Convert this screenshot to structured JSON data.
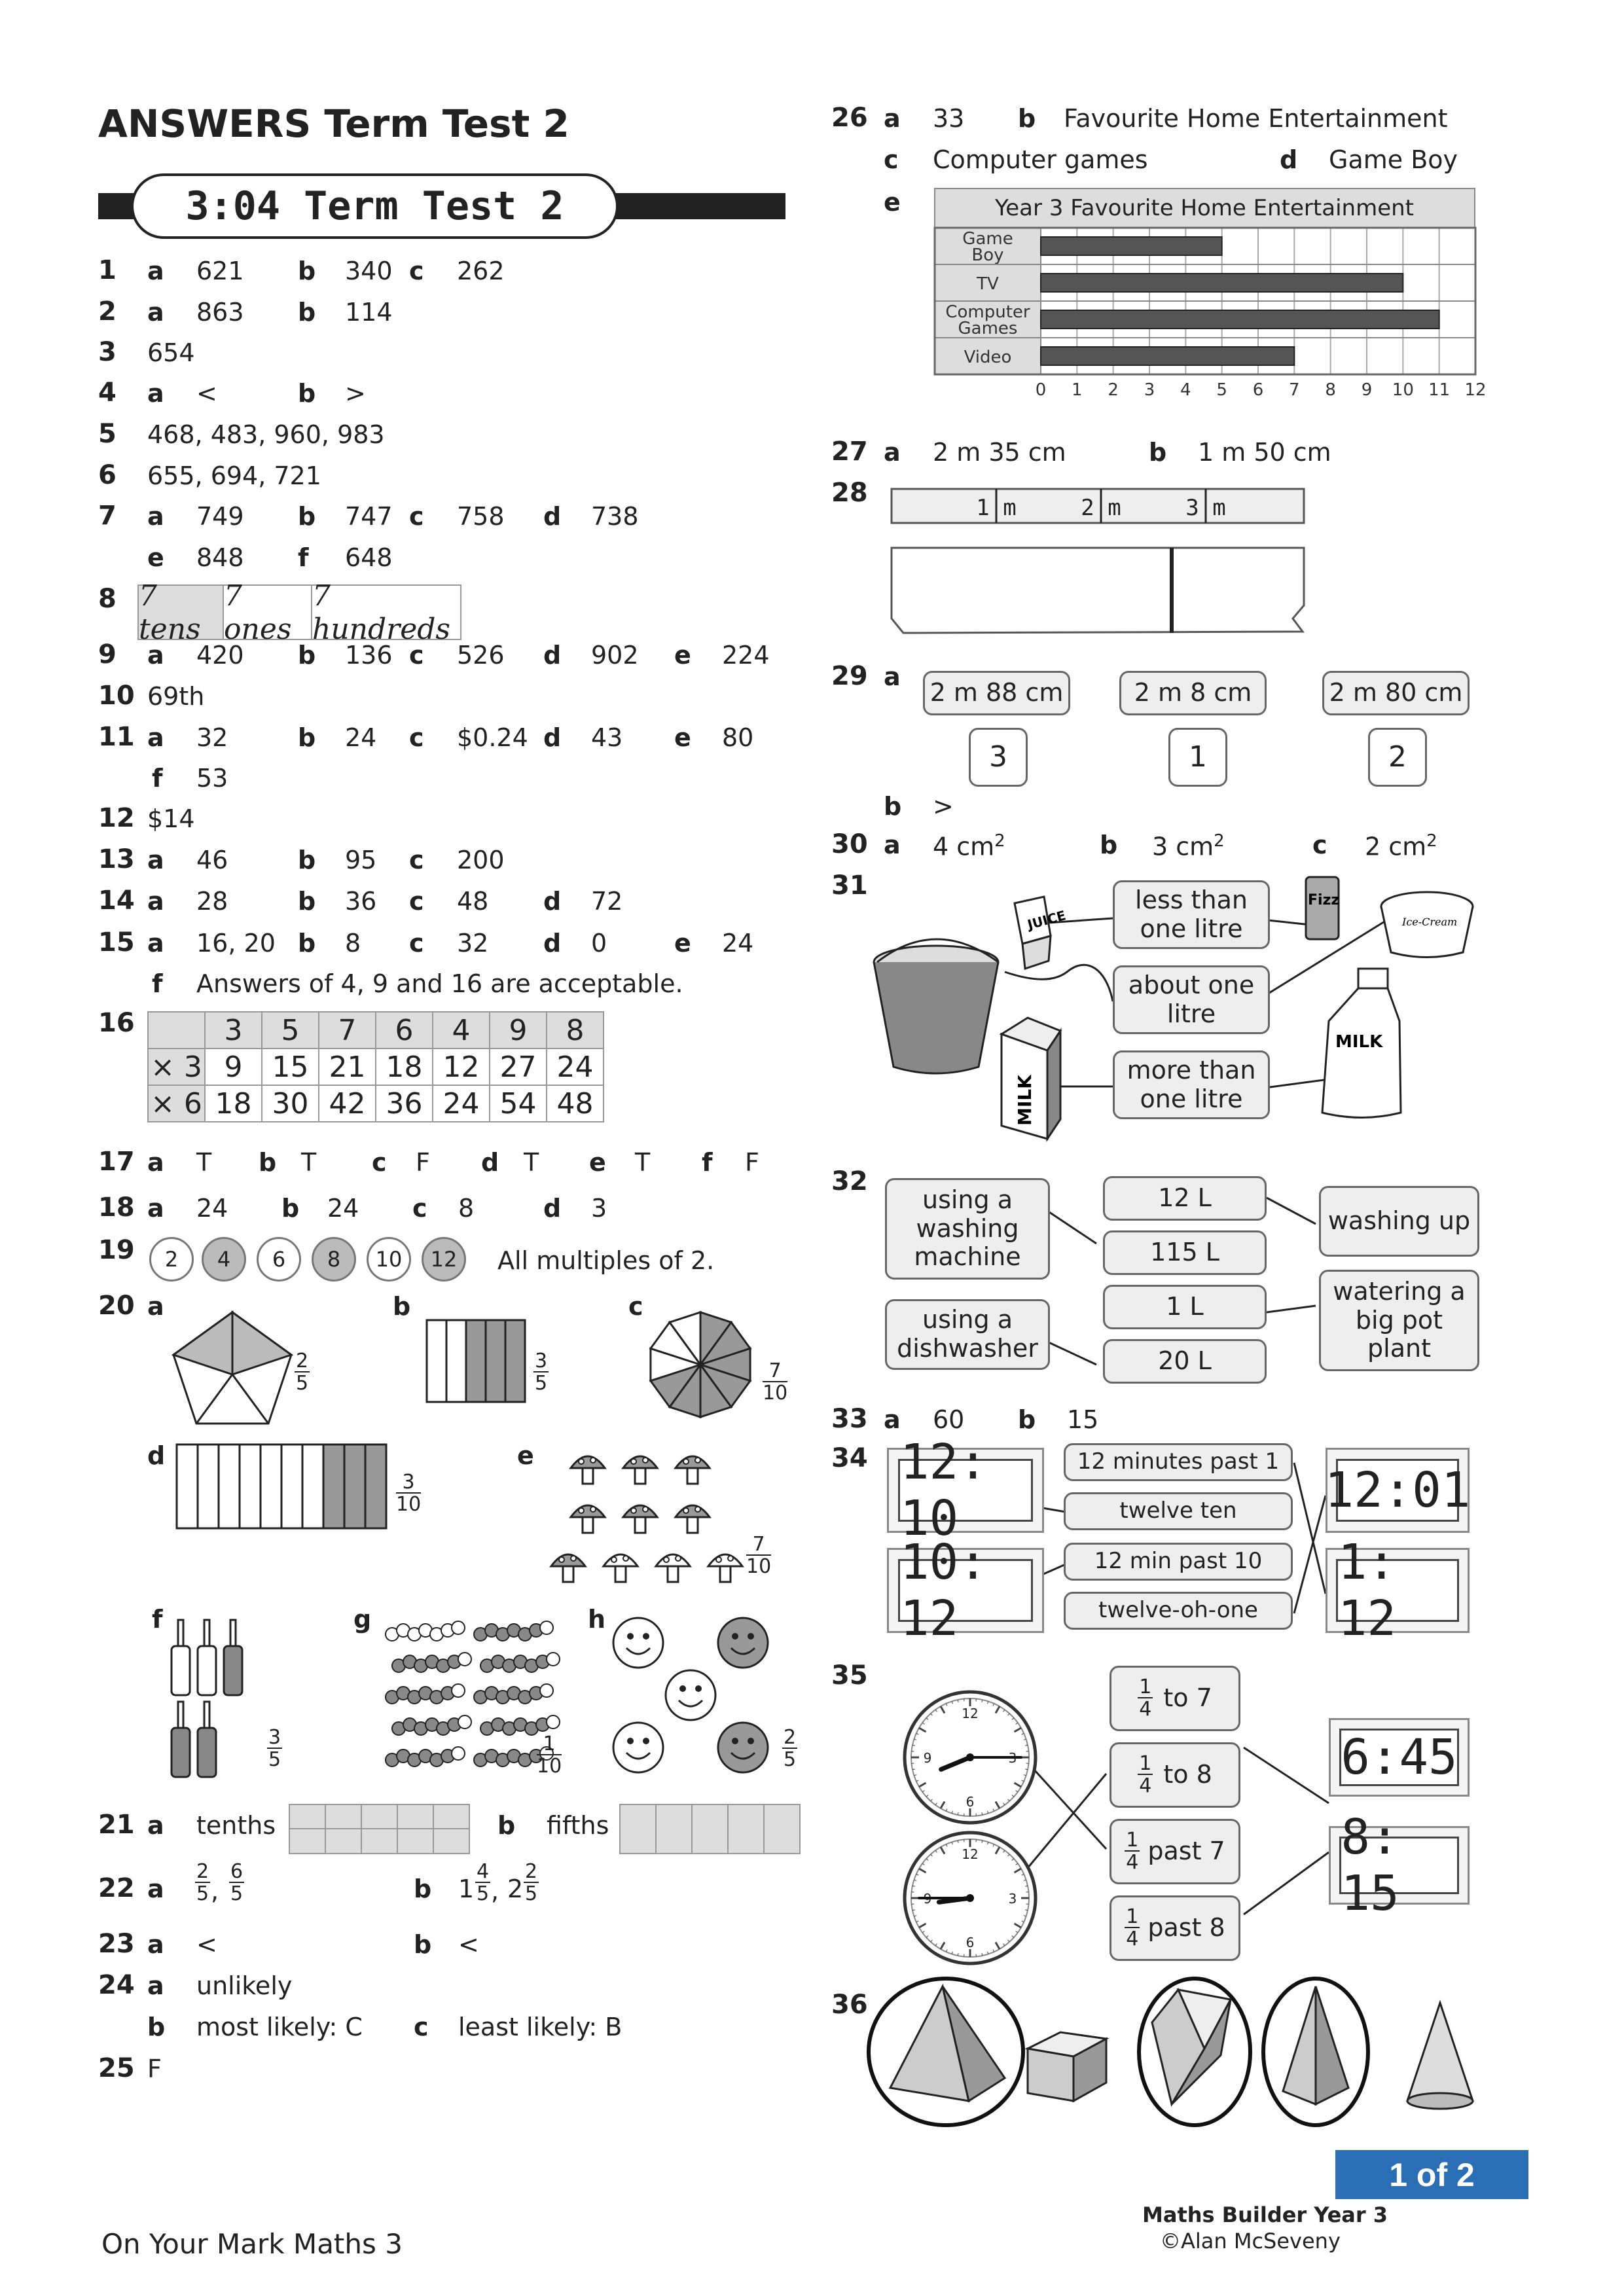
{
  "header": {
    "title": "ANSWERS Term Test 2",
    "section": "3:04 Term Test 2"
  },
  "footer": {
    "left": "On Your Mark Maths 3",
    "page": "1 of 2",
    "book": "Maths Builder Year 3",
    "copyright": "©Alan McSeveny"
  },
  "letters": {
    "a": "a",
    "b": "b",
    "c": "c",
    "d": "d",
    "e": "e",
    "f": "f",
    "g": "g",
    "h": "h"
  },
  "q": {
    "n1": "1",
    "n2": "2",
    "n3": "3",
    "n4": "4",
    "n5": "5",
    "n6": "6",
    "n7": "7",
    "n8": "8",
    "n9": "9",
    "n10": "10",
    "n11": "11",
    "n12": "12",
    "n13": "13",
    "n14": "14",
    "n15": "15",
    "n16": "16",
    "n17": "17",
    "n18": "18",
    "n19": "19",
    "n20": "20",
    "n21": "21",
    "n22": "22",
    "n23": "23",
    "n24": "24",
    "n25": "25",
    "n26": "26",
    "n27": "27",
    "n28": "28",
    "n29": "29",
    "n30": "30",
    "n31": "31",
    "n32": "32",
    "n33": "33",
    "n34": "34",
    "n35": "35",
    "n36": "36",
    "q1": {
      "a": "621",
      "b": "340",
      "c": "262"
    },
    "q2": {
      "a": "863",
      "b": "114"
    },
    "q3": "654",
    "q4": {
      "a": "<",
      "b": ">"
    },
    "q5": "468, 483, 960, 983",
    "q6": "655, 694, 721",
    "q7": {
      "a": "749",
      "b": "747",
      "c": "758",
      "d": "738",
      "e": "848",
      "f": "648"
    },
    "q8": [
      "7 tens",
      "7 ones",
      "7 hundreds"
    ],
    "q9": {
      "a": "420",
      "b": "136",
      "c": "526",
      "d": "902",
      "e": "224"
    },
    "q10": "69th",
    "q11": {
      "a": "32",
      "b": "24",
      "c": "$0.24",
      "d": "43",
      "e": "80",
      "f": "53"
    },
    "q12": "$14",
    "q13": {
      "a": "46",
      "b": "95",
      "c": "200"
    },
    "q14": {
      "a": "28",
      "b": "36",
      "c": "48",
      "d": "72"
    },
    "q15": {
      "a": "16, 20",
      "b": "8",
      "c": "32",
      "d": "0",
      "e": "24",
      "f": "Answers of 4, 9 and 16 are acceptable."
    },
    "q16": {
      "header": [
        "",
        "3",
        "5",
        "7",
        "6",
        "4",
        "9",
        "8"
      ],
      "rows": [
        [
          "× 3",
          "9",
          "15",
          "21",
          "18",
          "12",
          "27",
          "24"
        ],
        [
          "× 6",
          "18",
          "30",
          "42",
          "36",
          "24",
          "54",
          "48"
        ]
      ]
    },
    "q17": {
      "a": "T",
      "b": "T",
      "c": "F",
      "d": "T",
      "e": "T",
      "f": "F"
    },
    "q18": {
      "a": "24",
      "b": "24",
      "c": "8",
      "d": "3"
    },
    "q19": {
      "circles": [
        "2",
        "4",
        "6",
        "8",
        "10",
        "12"
      ],
      "note": "All multiples of 2."
    },
    "q20": {
      "a": [
        "2",
        "5"
      ],
      "b": [
        "3",
        "5"
      ],
      "c": [
        "7",
        "10"
      ],
      "d": [
        "3",
        "10"
      ],
      "e": [
        "7",
        "10"
      ],
      "f": [
        "3",
        "5"
      ],
      "g": [
        "1",
        "10"
      ],
      "h": [
        "2",
        "5"
      ]
    },
    "q21": {
      "a": "tenths",
      "b": "fifths"
    },
    "q22": {
      "a_n1": "2",
      "a_d1": "5",
      "a_n2": "6",
      "a_d2": "5",
      "b_w1": "1",
      "b_n1": "4",
      "b_d1": "5",
      "b_w2": "2",
      "b_n2": "2",
      "b_d2": "5",
      "comma": ","
    },
    "q23": {
      "a": "<",
      "b": "<"
    },
    "q24": {
      "a": "unlikely",
      "b": "most likely: C",
      "c": "least likely: B"
    },
    "q25": "F",
    "q26": {
      "a": "33",
      "b": "Favourite Home Entertainment",
      "c": "Computer games",
      "d": "Game Boy"
    },
    "q27": {
      "a": "2 m 35 cm",
      "b": "1 m 50 cm"
    },
    "q28": {
      "ticks": [
        "1 m",
        "2 m",
        "3 m"
      ]
    },
    "q29": {
      "a": [
        "2 m 88 cm",
        "2 m 8 cm",
        "2 m 80 cm"
      ],
      "ranks": [
        "3",
        "1",
        "2"
      ],
      "b": ">"
    },
    "q30": {
      "a": "4 cm",
      "b": "3 cm",
      "c": "2 cm",
      "sup": "2"
    },
    "q31": {
      "labels": [
        "less than one litre",
        "about one litre",
        "more than one litre"
      ],
      "pics": {
        "juice": "JUICE",
        "fizz": "Fizz",
        "icecream": "Ice-Cream",
        "milk": "MILK"
      }
    },
    "q32": {
      "left": [
        "using a washing machine",
        "using a dishwasher"
      ],
      "mid": [
        "12 L",
        "115 L",
        "1 L",
        "20 L"
      ],
      "right": [
        "washing up",
        "watering a big pot plant"
      ]
    },
    "q33": {
      "a": "60",
      "b": "15"
    },
    "q34": {
      "digital_left": [
        "12: 10",
        "10: 12"
      ],
      "labels": [
        "12 minutes past 1",
        "twelve ten",
        "12 min past 10",
        "twelve-oh-one"
      ],
      "digital_right": [
        "12:01",
        "1: 12"
      ]
    },
    "q35": {
      "one": "1",
      "four": "4",
      "labels": [
        "to 7",
        "to 8",
        "past 7",
        "past 8"
      ],
      "digital": [
        "6:45",
        "8: 15"
      ],
      "clock_numbers": [
        "12",
        "3",
        "6",
        "9"
      ]
    }
  },
  "chart_data": {
    "type": "bar",
    "orientation": "horizontal",
    "title": "Year 3 Favourite Home Entertainment",
    "categories": [
      "Game Boy",
      "TV",
      "Computer Games",
      "Video"
    ],
    "values": [
      5,
      10,
      11,
      7
    ],
    "xlim": [
      0,
      12
    ],
    "xticks": [
      "0",
      "1",
      "2",
      "3",
      "4",
      "5",
      "6",
      "7",
      "8",
      "9",
      "10",
      "11",
      "12"
    ],
    "grid": true
  }
}
